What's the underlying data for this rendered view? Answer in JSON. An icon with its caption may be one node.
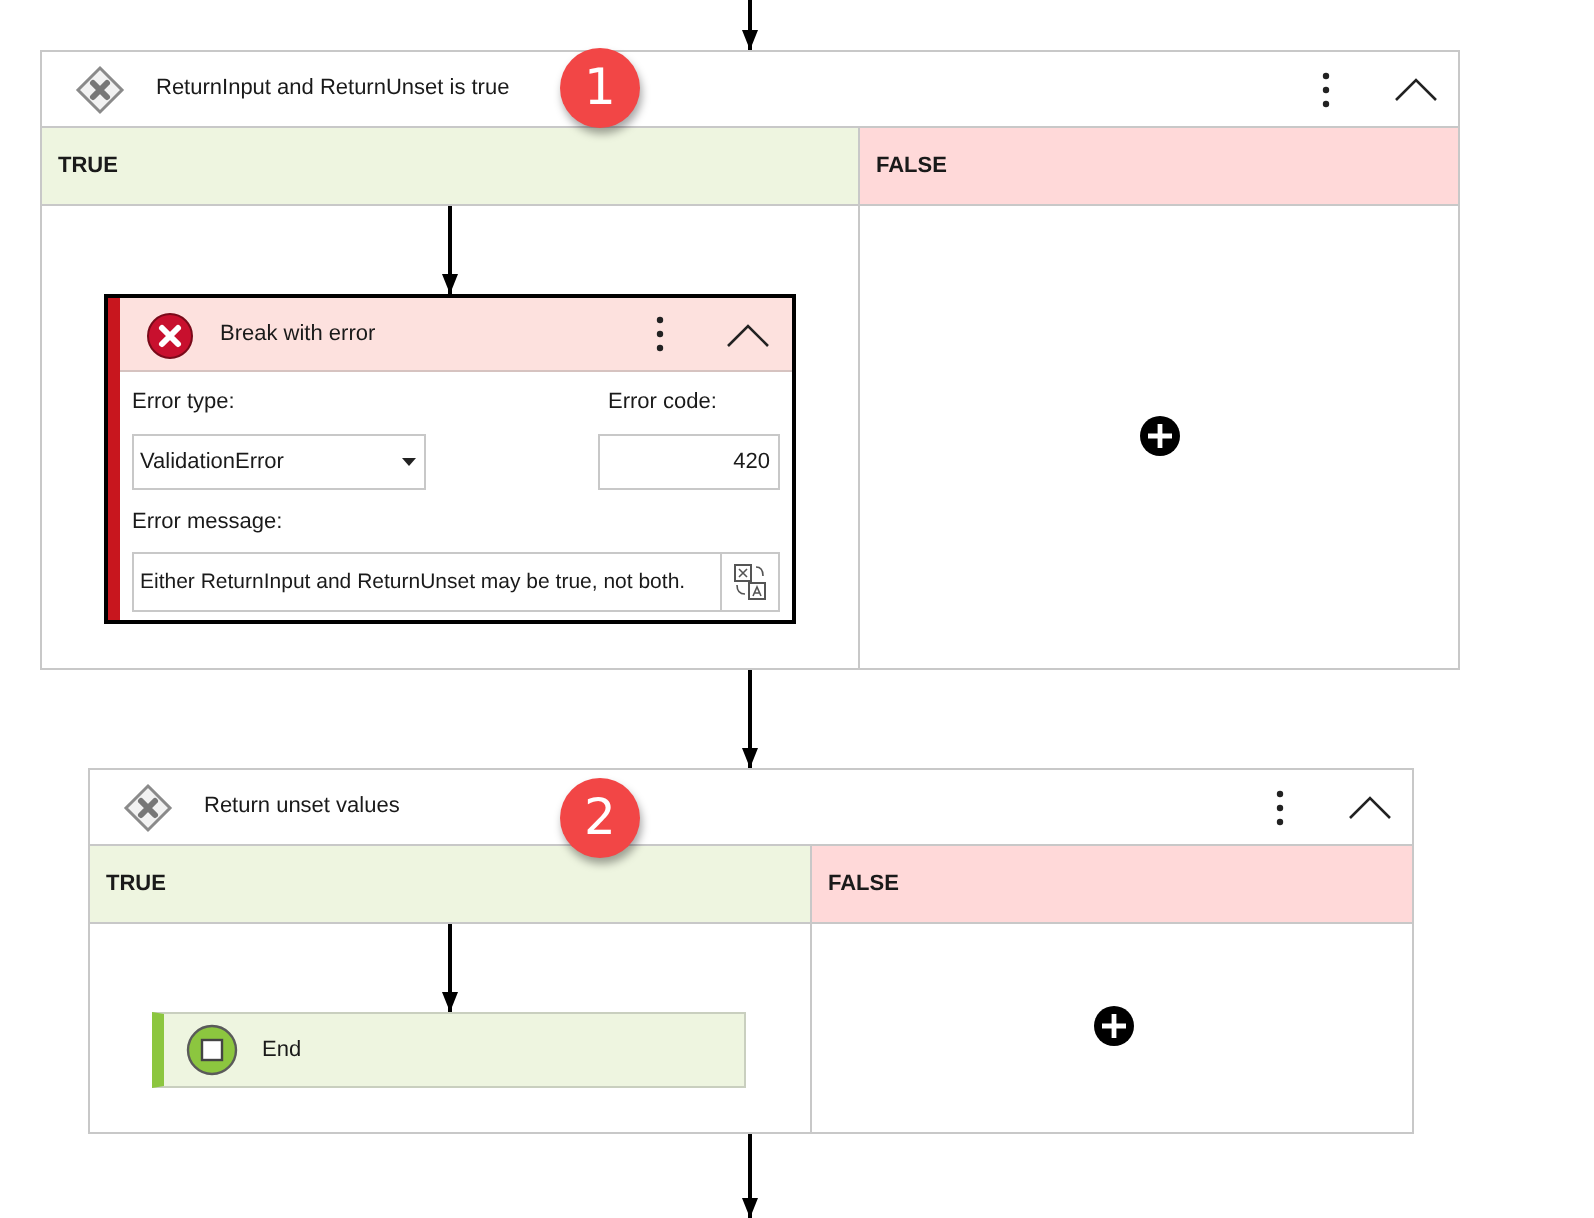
{
  "diagram": {
    "nodes": [
      {
        "text": [
          "ReturnInput and ReturnUnset is true"
        ]
      },
      {
        "text": [
          "TRUE"
        ],
        "in": 0
      },
      {
        "text": [
          "FALSE"
        ],
        "in": 0
      },
      {
        "text": [
          "Break with error",
          "Error type:",
          "ValidationError",
          "Error code:",
          "420",
          "Error message:",
          "Either ReturnInput and ReturnUnset may be true, not both."
        ],
        "in": 0
      },
      {
        "text": [
          "Return unset values"
        ]
      },
      {
        "text": [
          "TRUE"
        ],
        "in": 4
      },
      {
        "text": [
          "FALSE"
        ],
        "in": 4
      },
      {
        "text": [
          "End"
        ],
        "in": 4
      }
    ],
    "edges": [
      {
        "from": null,
        "to": 0,
        "arrow": "to"
      },
      {
        "from": 1,
        "to": 3,
        "arrow": "to"
      },
      {
        "from": 0,
        "to": 4,
        "arrow": "to"
      },
      {
        "from": 5,
        "to": 7,
        "arrow": "to"
      },
      {
        "from": 4,
        "to": null,
        "arrow": "to"
      }
    ],
    "labels": [
      "1",
      "2"
    ]
  }
}
